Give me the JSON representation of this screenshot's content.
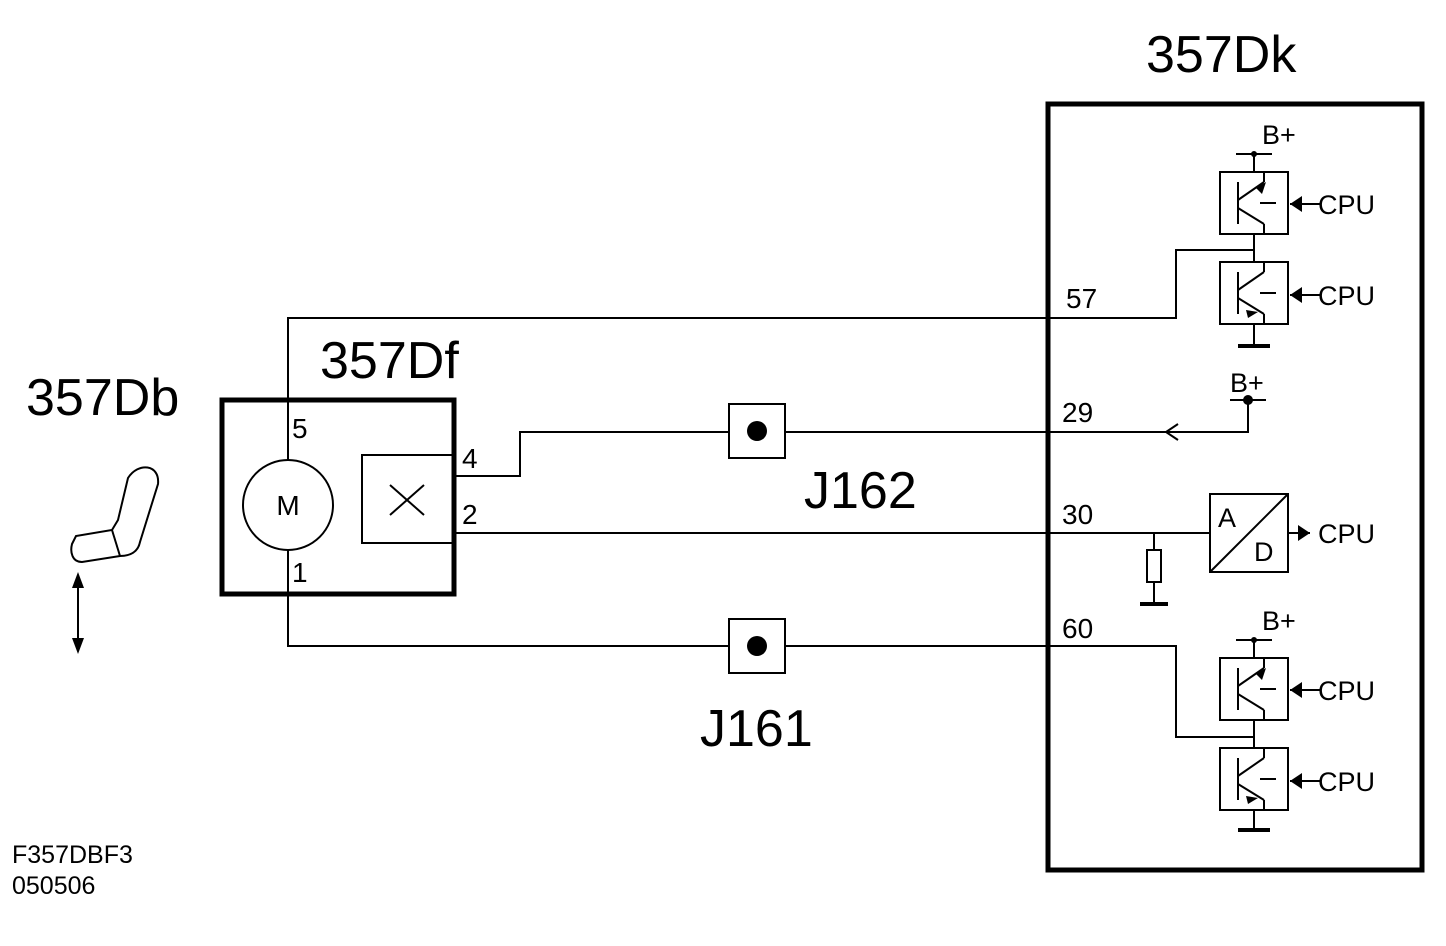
{
  "labels": {
    "ecu": "357Dk",
    "actuator": "357Df",
    "seat": "357Db",
    "motor": "M",
    "junction_top": "J162",
    "junction_bottom": "J161",
    "adc_a": "A",
    "adc_d": "D",
    "supply": "B+",
    "cpu": "CPU"
  },
  "actuator_pins": [
    "5",
    "4",
    "2",
    "1"
  ],
  "ecu_pins": [
    "57",
    "29",
    "30",
    "60"
  ],
  "footer": {
    "code": "F357DBF3",
    "date": "050506"
  }
}
